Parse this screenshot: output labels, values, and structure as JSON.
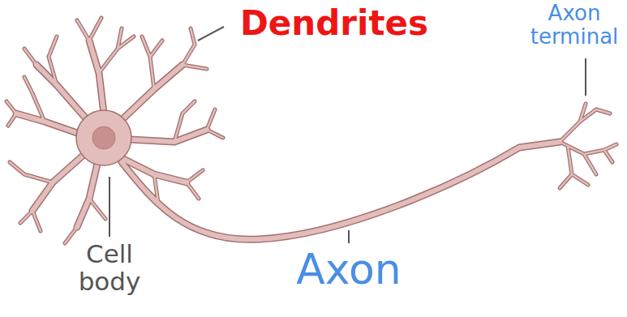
{
  "diagram": {
    "labels": [
      "Dendrites",
      "Axon terminal",
      "Cell body",
      "Axon"
    ]
  }
}
